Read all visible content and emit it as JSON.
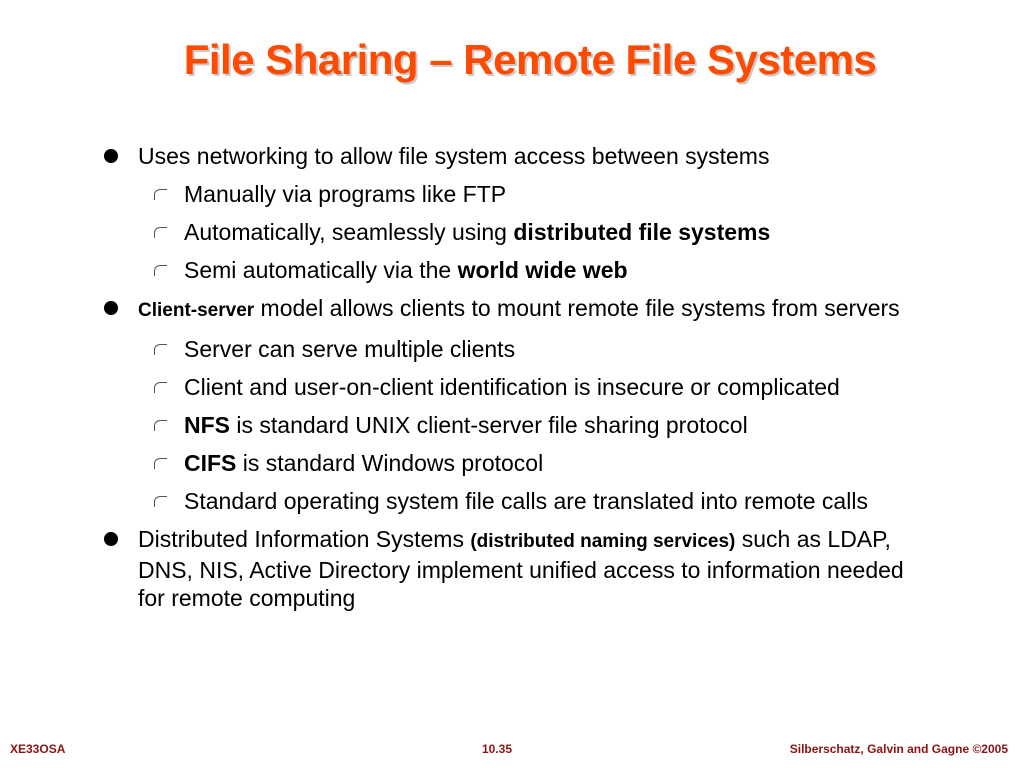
{
  "title": "File Sharing – Remote File Systems",
  "bullets": {
    "b1": {
      "text": "Uses networking to allow file system access between systems",
      "sub": [
        "Manually via programs like FTP",
        {
          "pre": "Automatically, seamlessly using ",
          "bold": "distributed file systems"
        },
        {
          "pre": "Semi automatically via the ",
          "bold": "world wide web"
        }
      ]
    },
    "b2": {
      "bold": "Client-server",
      "text": " model allows clients to mount remote file systems from servers",
      "sub": [
        "Server can serve multiple clients",
        "Client and user-on-client identification is insecure or complicated",
        {
          "bold": "NFS",
          "post": " is standard UNIX client-server file sharing protocol"
        },
        {
          "bold": "CIFS",
          "post": " is standard Windows protocol"
        },
        "Standard operating system file calls are translated into remote calls"
      ]
    },
    "b3": {
      "pre": "Distributed Information Systems ",
      "bold": "(distributed naming services)",
      "post": " such as LDAP, DNS, NIS, Active Directory implement unified access to information needed for remote computing"
    }
  },
  "footer": {
    "left": "XE33OSA",
    "center": "10.35",
    "right": "Silberschatz, Galvin and Gagne ©2005"
  }
}
